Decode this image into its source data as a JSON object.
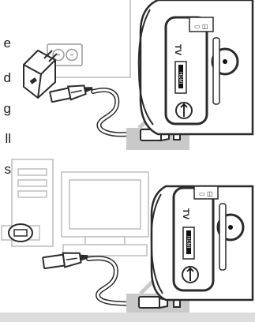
{
  "text_fragments": [
    "e",
    "d",
    "g",
    "ll",
    "s"
  ],
  "camera_labels": {
    "tv_top": "TV",
    "hdmi_top": "HDMI",
    "tv_bottom": "TV",
    "hdmi_bottom": "HDMI"
  },
  "colors": {
    "line": "#2b2b2b",
    "light_line": "#b8b8b8",
    "port_fill": "#c9c9c9",
    "band": "#dcdcdc",
    "black": "#111111"
  },
  "icons": [
    "wall-adapter-icon",
    "power-socket-icon",
    "usb-plug-icon",
    "mini-usb-plug-icon",
    "usb-cable-icon",
    "desktop-computer-icon",
    "camcorder-icon"
  ]
}
